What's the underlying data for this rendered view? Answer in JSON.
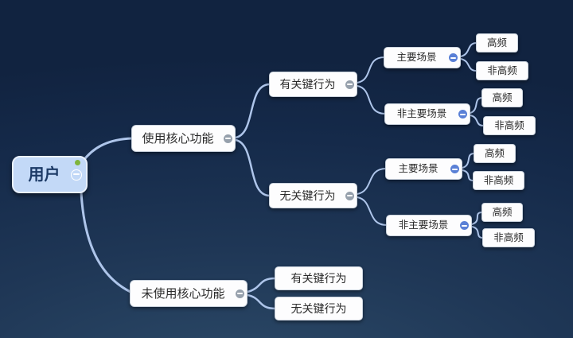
{
  "colors": {
    "bg_glow": "#2c4a68",
    "bg_mid": "#1f3756",
    "bg_dark": "#152a4a",
    "bg_darkest": "#112340",
    "connector_line": "#aec5ea",
    "node_bg": "#fdfdfe",
    "node_border": "#c9d2dd",
    "node_text": "#2b2b2b",
    "root_bg": "#c3d9f7",
    "root_border": "#e9f1fd",
    "root_text": "#1c3a66",
    "icon_gray": "#96a0ac",
    "icon_blue": "#5a80d6",
    "green_dot": "#7fb43b"
  },
  "icons": {
    "collapse_glyph": "−",
    "root_marker": "green-dot"
  },
  "mindmap": {
    "root": {
      "label": "用户"
    },
    "level1": [
      {
        "label": "使用核心功能"
      },
      {
        "label": "未使用核心功能"
      }
    ],
    "level2": [
      {
        "label": "有关键行为"
      },
      {
        "label": "无关键行为"
      },
      {
        "label": "有关键行为"
      },
      {
        "label": "无关键行为"
      }
    ],
    "level3": [
      {
        "label": "主要场景"
      },
      {
        "label": "非主要场景"
      },
      {
        "label": "主要场景"
      },
      {
        "label": "非主要场景"
      }
    ],
    "leaves": [
      {
        "label": "高频"
      },
      {
        "label": "非高频"
      },
      {
        "label": "高频"
      },
      {
        "label": "非高频"
      },
      {
        "label": "高频"
      },
      {
        "label": "非高频"
      },
      {
        "label": "高频"
      },
      {
        "label": "非高频"
      }
    ]
  }
}
